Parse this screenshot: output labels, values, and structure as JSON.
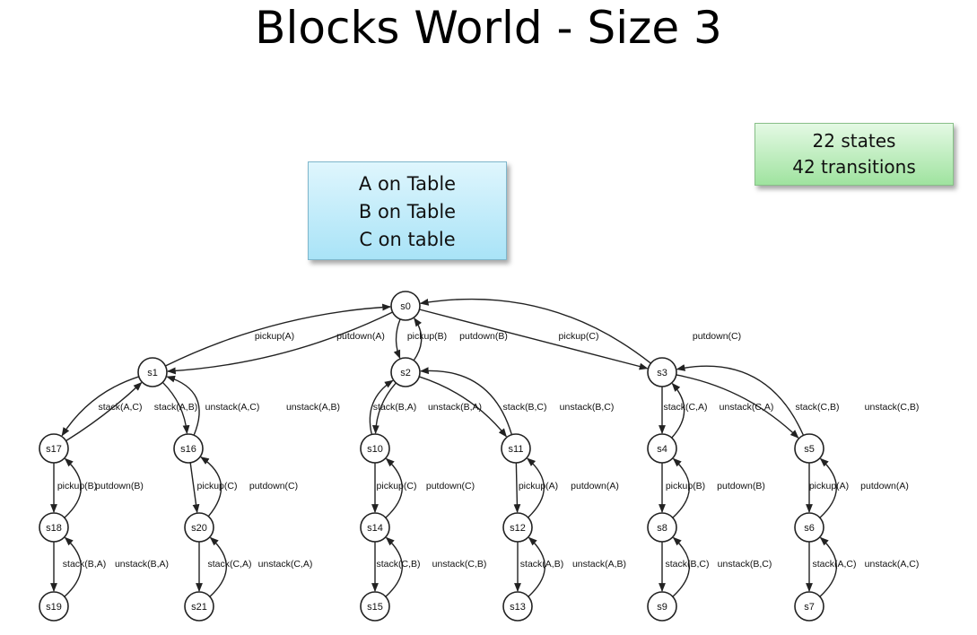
{
  "title": "Blocks World - Size 3",
  "initial_state": {
    "lines": [
      "A on Table",
      "B on Table",
      "C on table"
    ]
  },
  "stats": {
    "states": "22 states",
    "transitions": "42 transitions"
  },
  "graph": {
    "nodes": [
      "s0",
      "s1",
      "s2",
      "s3",
      "s17",
      "s16",
      "s10",
      "s11",
      "s4",
      "s5",
      "s18",
      "s20",
      "s14",
      "s12",
      "s8",
      "s6",
      "s19",
      "s21",
      "s15",
      "s13",
      "s9",
      "s7"
    ],
    "edge_labels": [
      "pickup(A)",
      "putdown(A)",
      "pickup(B)",
      "putdown(B)",
      "pickup(C)",
      "putdown(C)",
      "stack(A,C)",
      "stack(A,B)",
      "unstack(A,C)",
      "unstack(A,B)",
      "stack(B,A)",
      "unstack(B,A)",
      "stack(B,C)",
      "unstack(B,C)",
      "stack(C,A)",
      "unstack(C,A)",
      "stack(C,B)",
      "unstack(C,B)",
      "pickup(B)",
      "putdown(B)",
      "pickup(C)",
      "putdown(C)",
      "pickup(C)",
      "putdown(C)",
      "pickup(A)",
      "putdown(A)",
      "pickup(B)",
      "putdown(B)",
      "pickup(A)",
      "putdown(A)",
      "stack(B,A)",
      "unstack(B,A)",
      "stack(C,A)",
      "unstack(C,A)",
      "stack(C,B)",
      "unstack(C,B)",
      "stack(A,B)",
      "unstack(A,B)",
      "stack(B,C)",
      "unstack(B,C)",
      "stack(A,C)",
      "unstack(A,C)"
    ]
  }
}
